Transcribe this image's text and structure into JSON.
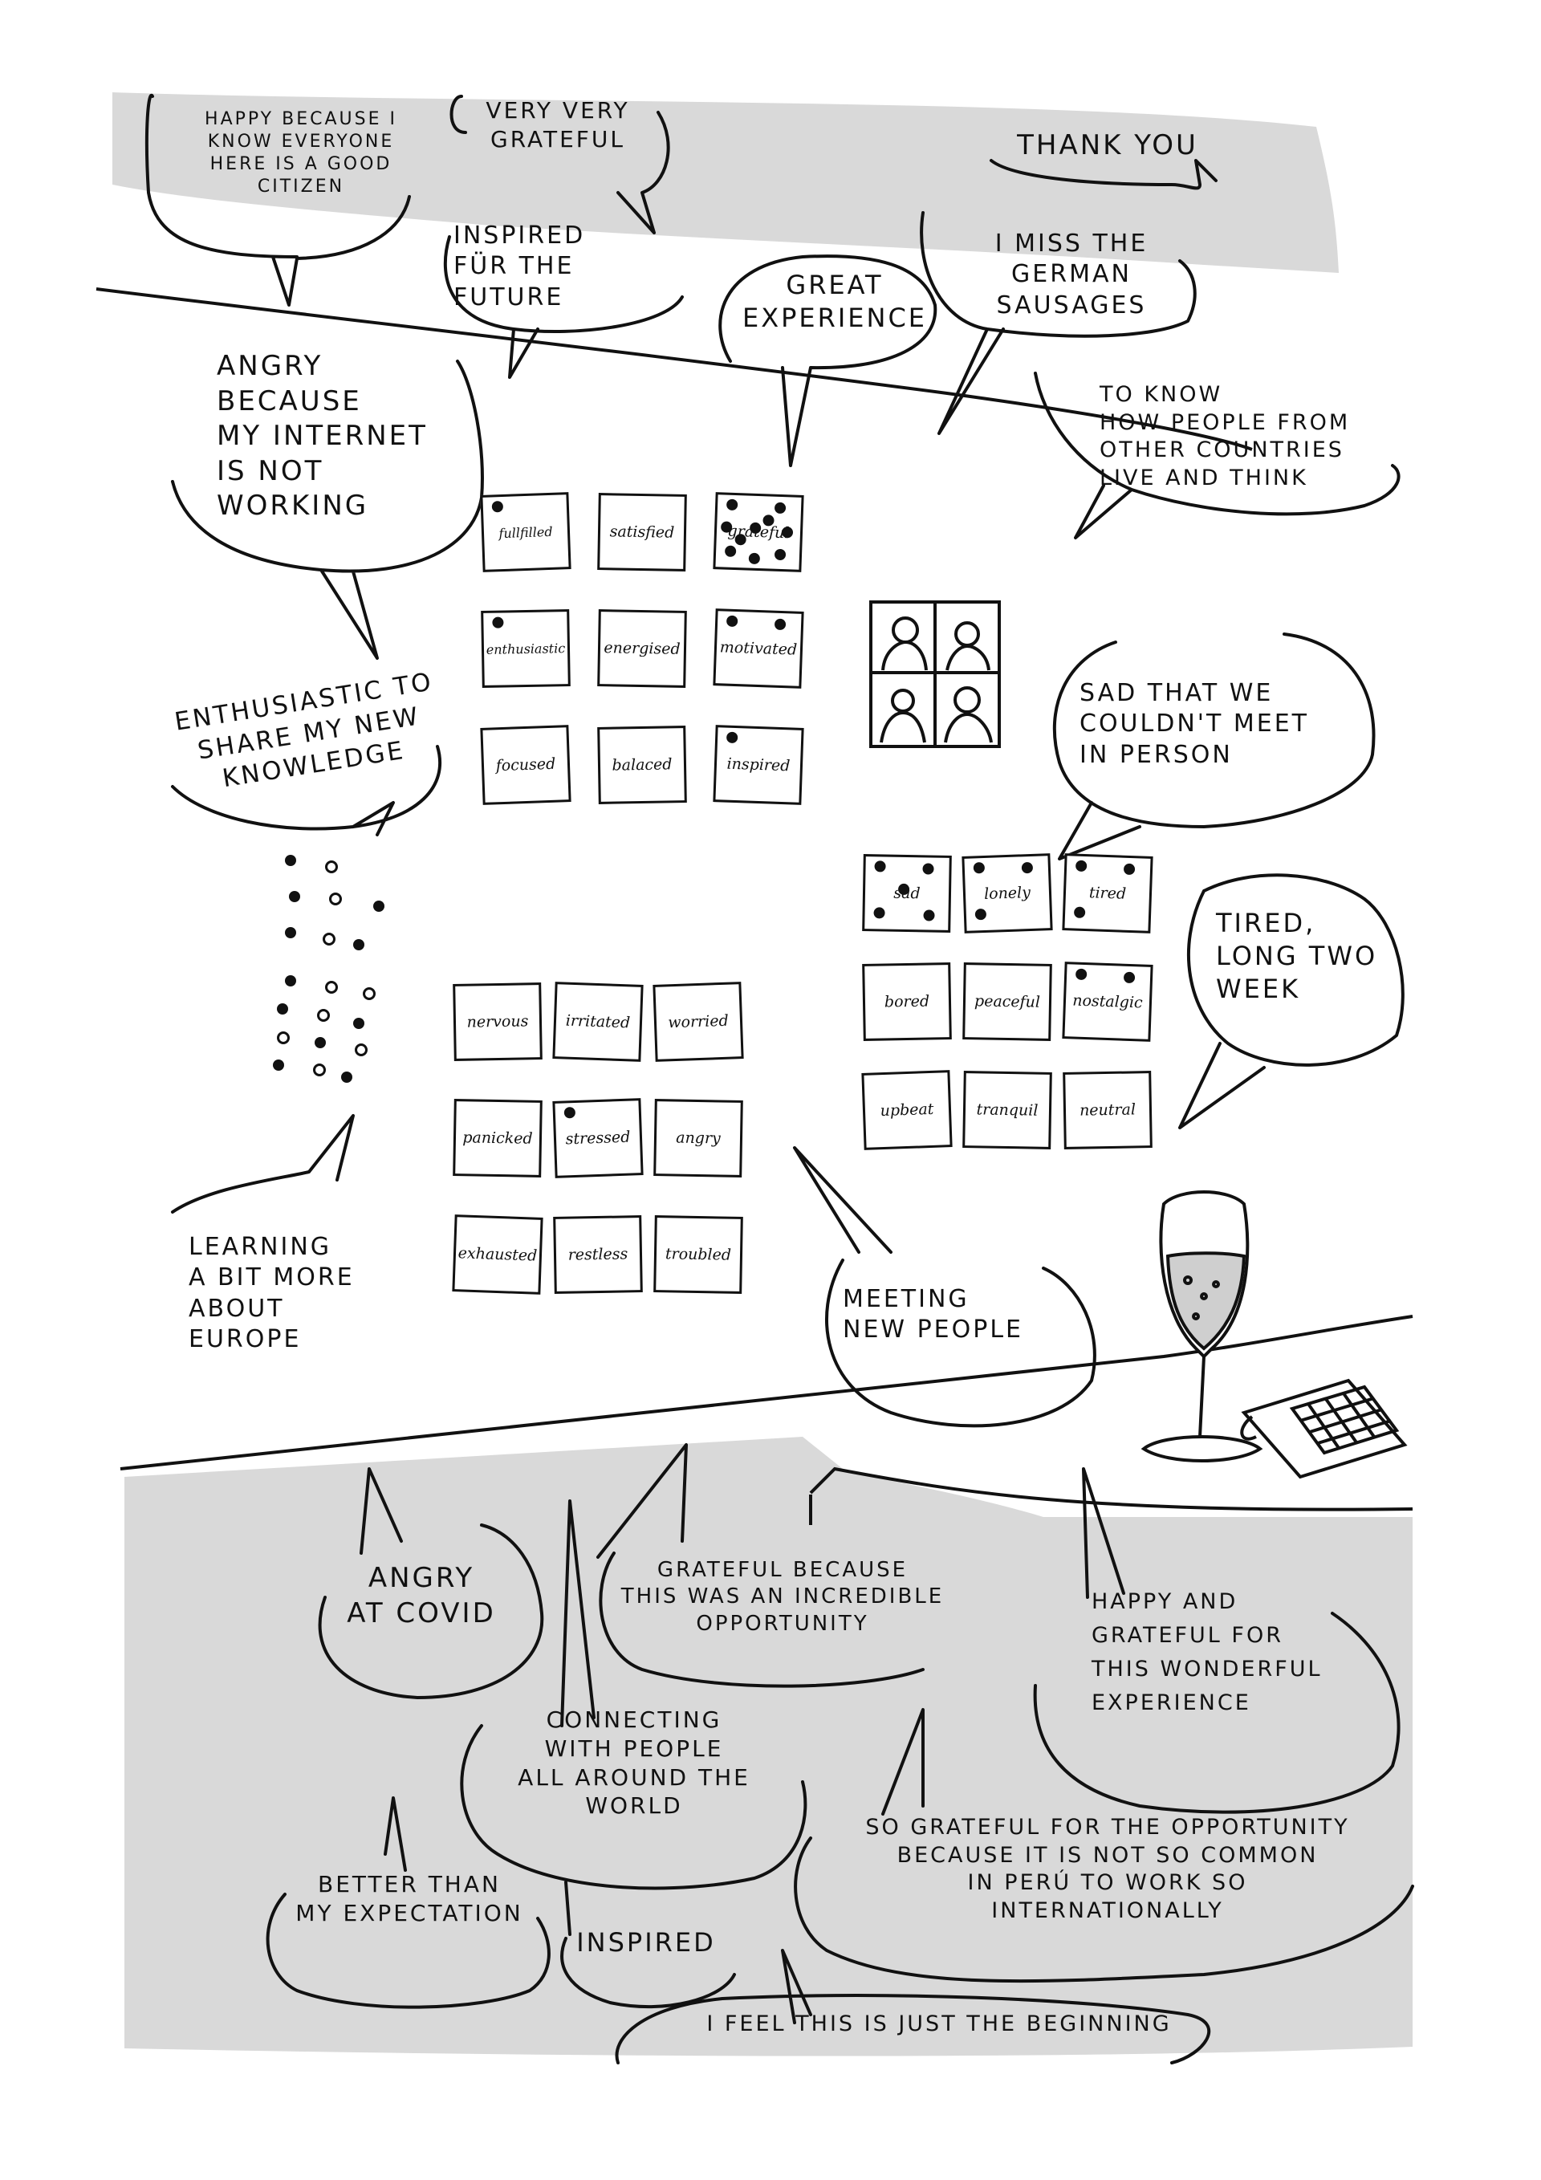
{
  "speech_bubbles": [
    {
      "id": "happy-citizen",
      "text": "HAPPY BECAUSE I\nKNOW EVERYONE\nHERE IS A GOOD\nCITIZEN"
    },
    {
      "id": "very-grateful",
      "text": "VERY VERY\nGRATEFUL"
    },
    {
      "id": "thank-you",
      "text": "THANK YOU"
    },
    {
      "id": "inspired-future",
      "text": "INSPIRED\nFÜR THE\nFUTURE"
    },
    {
      "id": "great-experience",
      "text": "GREAT\nEXPERIENCE"
    },
    {
      "id": "german-sausages",
      "text": "I MISS THE\nGERMAN\nSAUSAGES"
    },
    {
      "id": "angry-internet",
      "text": "ANGRY\nBECAUSE\nMY INTERNET\nIS NOT\nWORKING"
    },
    {
      "id": "other-countries",
      "text": "TO KNOW\nHOW PEOPLE FROM\nOTHER COUNTRIES\nLIVE AND THINK"
    },
    {
      "id": "enthusiastic-share",
      "text": "ENTHUSIASTIC TO\nSHARE MY NEW\nKNOWLEDGE"
    },
    {
      "id": "sad-not-meet",
      "text": "SAD THAT WE\nCOULDN'T MEET\nIN PERSON"
    },
    {
      "id": "tired-two-week",
      "text": "TIRED,\nLONG TWO\nWEEK"
    },
    {
      "id": "learning-europe",
      "text": "LEARNING\nA BIT MORE\nABOUT\nEUROPE"
    },
    {
      "id": "meeting-people",
      "text": "MEETING\nNEW PEOPLE"
    },
    {
      "id": "angry-covid",
      "text": "ANGRY\nAT COVID"
    },
    {
      "id": "grateful-opportunity",
      "text": "GRATEFUL BECAUSE\nTHIS WAS AN INCREDIBLE\nOPPORTUNITY"
    },
    {
      "id": "happy-wonderful",
      "text": "HAPPY AND\nGRATEFUL FOR\nTHIS WONDERFUL\nEXPERIENCE"
    },
    {
      "id": "connecting-world",
      "text": "CONNECTING\nWITH PEOPLE\nALL AROUND THE\nWORLD"
    },
    {
      "id": "better-expectation",
      "text": "BETTER THAN\nMY EXPECTATION"
    },
    {
      "id": "inspired",
      "text": "INSPIRED"
    },
    {
      "id": "so-grateful-peru",
      "text": "SO GRATEFUL FOR THE OPPORTUNITY\nBECAUSE IT IS NOT SO COMMON\nIN PERÚ TO WORK SO\nINTERNATIONALLY"
    },
    {
      "id": "just-beginning",
      "text": "I FEEL THIS IS JUST THE BEGINNING"
    }
  ],
  "emotion_groups": [
    {
      "id": "positive",
      "cards": [
        {
          "label": "fullfilled",
          "votes": 1
        },
        {
          "label": "satisfied",
          "votes": 0
        },
        {
          "label": "grateful",
          "votes": 10
        },
        {
          "label": "enthusiastic",
          "votes": 1
        },
        {
          "label": "energised",
          "votes": 0
        },
        {
          "label": "motivated",
          "votes": 2
        },
        {
          "label": "focused",
          "votes": 0
        },
        {
          "label": "balaced",
          "votes": 0
        },
        {
          "label": "inspired",
          "votes": 1
        }
      ]
    },
    {
      "id": "neutral",
      "cards": [
        {
          "label": "sad",
          "votes": 5
        },
        {
          "label": "lonely",
          "votes": 3
        },
        {
          "label": "tired",
          "votes": 3
        },
        {
          "label": "bored",
          "votes": 0
        },
        {
          "label": "peaceful",
          "votes": 0
        },
        {
          "label": "nostalgic",
          "votes": 2
        },
        {
          "label": "upbeat",
          "votes": 0
        },
        {
          "label": "tranquil",
          "votes": 0
        },
        {
          "label": "neutral",
          "votes": 0
        }
      ]
    },
    {
      "id": "negative",
      "cards": [
        {
          "label": "nervous",
          "votes": 0
        },
        {
          "label": "irritated",
          "votes": 0
        },
        {
          "label": "worried",
          "votes": 0
        },
        {
          "label": "panicked",
          "votes": 0
        },
        {
          "label": "stressed",
          "votes": 1
        },
        {
          "label": "angry",
          "votes": 0
        },
        {
          "label": "exhausted",
          "votes": 0
        },
        {
          "label": "restless",
          "votes": 0
        },
        {
          "label": "troubled",
          "votes": 0
        }
      ]
    }
  ],
  "colors": {
    "ink": "#111111",
    "wall_gray": "#d9d9d9",
    "paper": "#ffffff"
  }
}
